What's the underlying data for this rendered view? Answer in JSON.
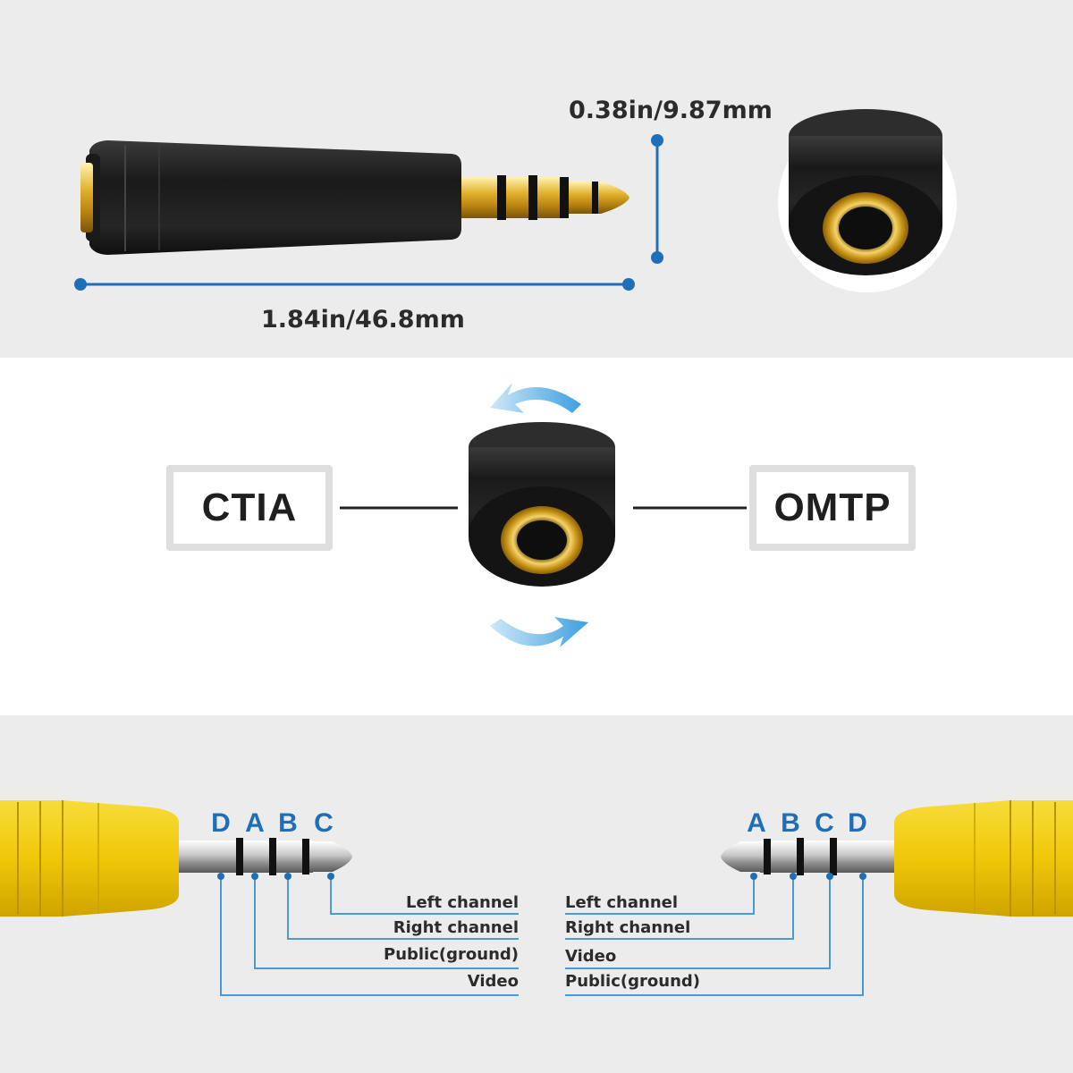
{
  "dimensions": {
    "length": "1.84in/46.8mm",
    "diameter": "0.38in/9.87mm"
  },
  "standards": {
    "left": "CTIA",
    "right": "OMTP"
  },
  "pinout": {
    "ctia": {
      "pins": [
        "D",
        "A",
        "B",
        "C"
      ],
      "channels": [
        "Left channel",
        "Right channel",
        "Public(ground)",
        "Video"
      ]
    },
    "omtp": {
      "pins": [
        "A",
        "B",
        "C",
        "D"
      ],
      "channels": [
        "Left channel",
        "Right channel",
        "Video",
        "Public(ground)"
      ]
    }
  },
  "colors": {
    "accent_blue": "#1f6fb8",
    "cable_yellow": "#f2cf10",
    "gold": "#d9a81e",
    "adapter_black": "#1e1e1e"
  }
}
